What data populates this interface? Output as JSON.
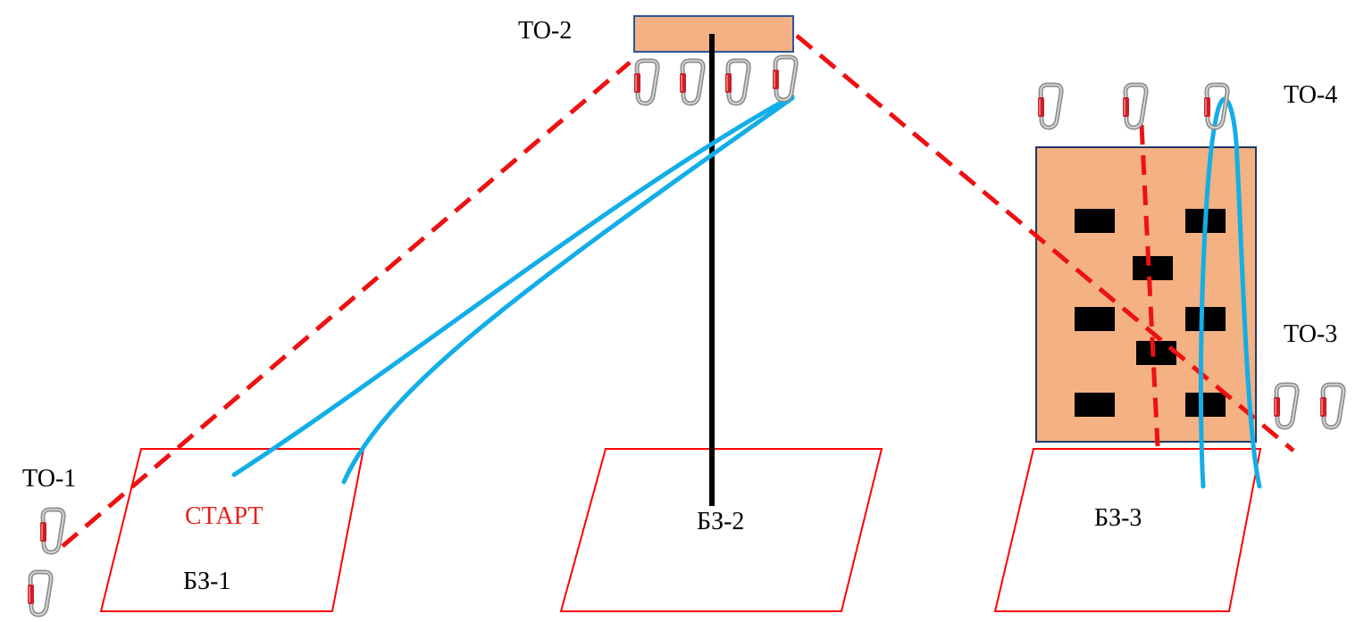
{
  "labels": {
    "to1": "ТО-1",
    "to2": "ТО-2",
    "to3": "ТО-3",
    "to4": "ТО-4",
    "start": "СТАРТ",
    "bz1": "БЗ-1",
    "bz2": "БЗ-2",
    "bz3": "БЗ-3"
  },
  "colors": {
    "zone_outline": "#ff0000",
    "start_text": "#e8201c",
    "dashed_route": "#ee1111",
    "blue_rope": "#12aee8",
    "black_rope": "#000000",
    "panel_fill": "#f4b183",
    "panel_border": "#1f3864",
    "hold": "#000000",
    "carabiner_body": "#9a9a9a",
    "carabiner_gate": "#c8202a"
  },
  "icons": {
    "carabiner": "carabiner-icon"
  }
}
